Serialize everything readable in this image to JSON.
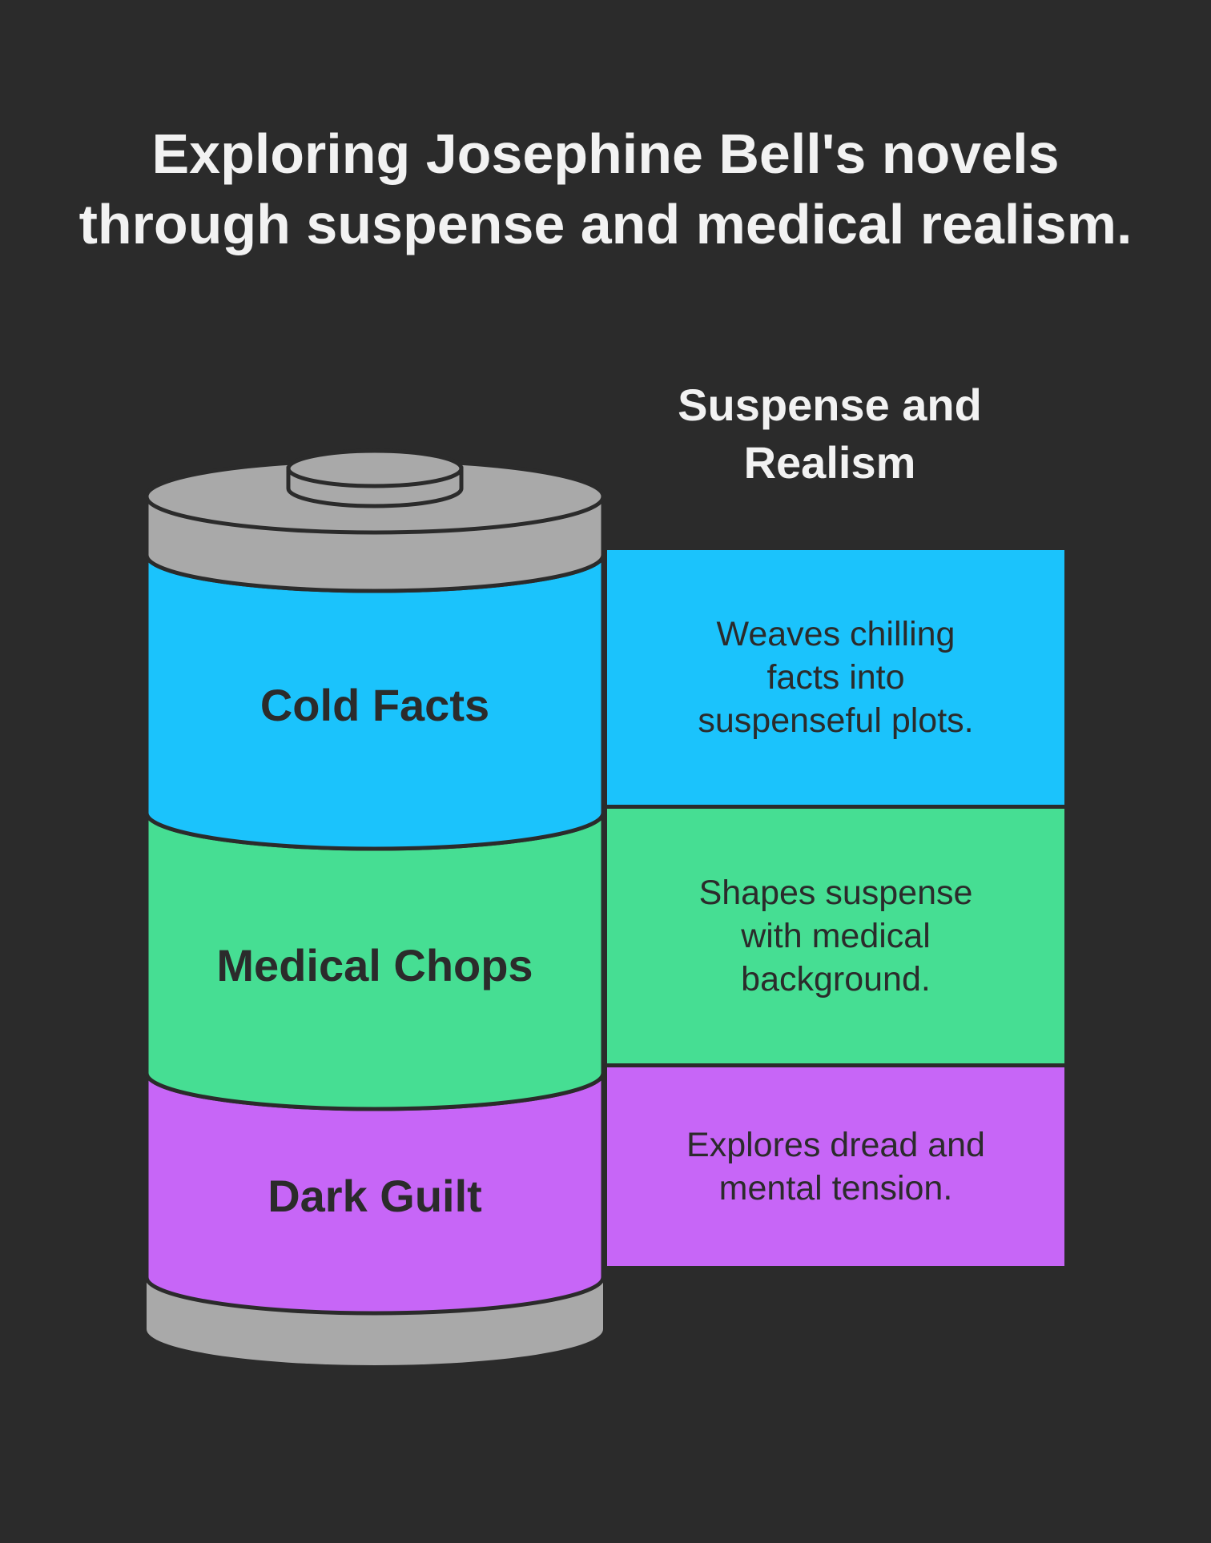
{
  "title": {
    "line1": "Exploring Josephine Bell's novels",
    "line2": "through suspense and medical realism."
  },
  "column_header": {
    "line1": "Suspense and",
    "line2": "Realism"
  },
  "segments": [
    {
      "label": "Cold Facts",
      "color": "#1bc3fc",
      "description": [
        "Weaves chilling",
        "facts into",
        "suspenseful plots."
      ]
    },
    {
      "label": "Medical Chops",
      "color": "#46de93",
      "description": [
        "Shapes suspense",
        "with medical",
        "background."
      ]
    },
    {
      "label": "Dark Guilt",
      "color": "#c766f7",
      "description": [
        "Explores dread and",
        "mental tension."
      ]
    }
  ],
  "colors": {
    "background": "#2b2b2b",
    "battery_cap": "#a9a9a9",
    "outline": "#2b2b2b",
    "text_light": "#f2f2f2"
  }
}
